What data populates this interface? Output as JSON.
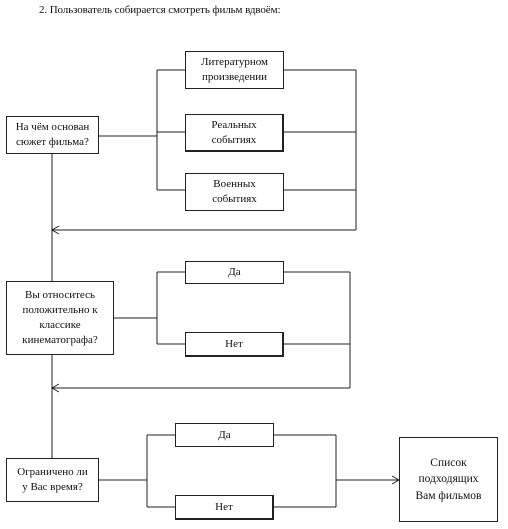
{
  "heading": "2. Пользователь собирается смотреть фильм вдвоём:",
  "questions": {
    "q1": "На чём основан\nсюжет фильма?",
    "q2": "Вы относитесь\nположительно к\nклассике\nкинематографа?",
    "q3": "Ограничено ли\nу Вас время?"
  },
  "options": {
    "q1": [
      "Литературном\nпроизведении",
      "Реальных\nсобытиях",
      "Военных\nсобытиях"
    ],
    "q2": [
      "Да",
      "Нет"
    ],
    "q3": [
      "Да",
      "Нет"
    ]
  },
  "result": "Список\nподходящих\nВам фильмов",
  "colors": {
    "line": "#222222",
    "background": "#ffffff"
  }
}
